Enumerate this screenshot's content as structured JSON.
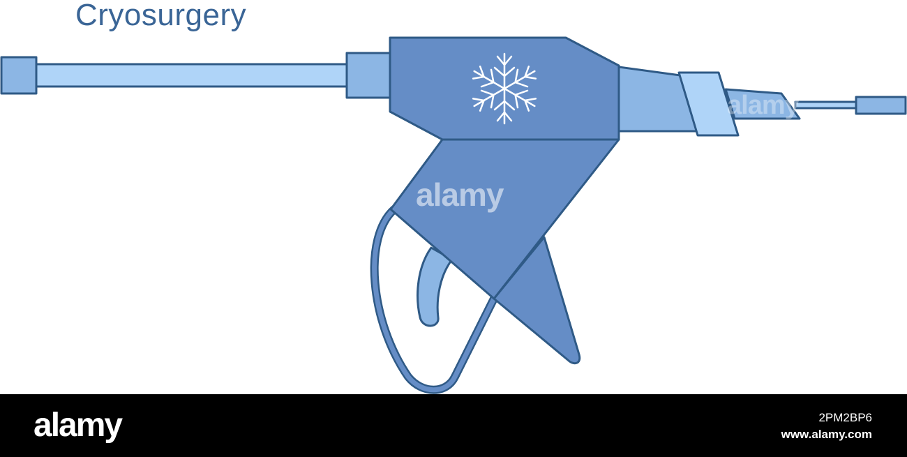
{
  "title": "Cryosurgery",
  "watermark": "alamy",
  "footer": {
    "logo": "alamy",
    "image_id": "2PM2BP6",
    "site": "www.alamy.com"
  },
  "colors": {
    "outline": "#2f5a86",
    "body": "#658dc6",
    "light": "#8cb6e4",
    "lighter": "#afd4f8",
    "title": "#3a6596",
    "footer_bg": "#000000"
  },
  "icons": {
    "device": "cryosurgery-gun-illustration",
    "snowflake": "snowflake-icon"
  }
}
